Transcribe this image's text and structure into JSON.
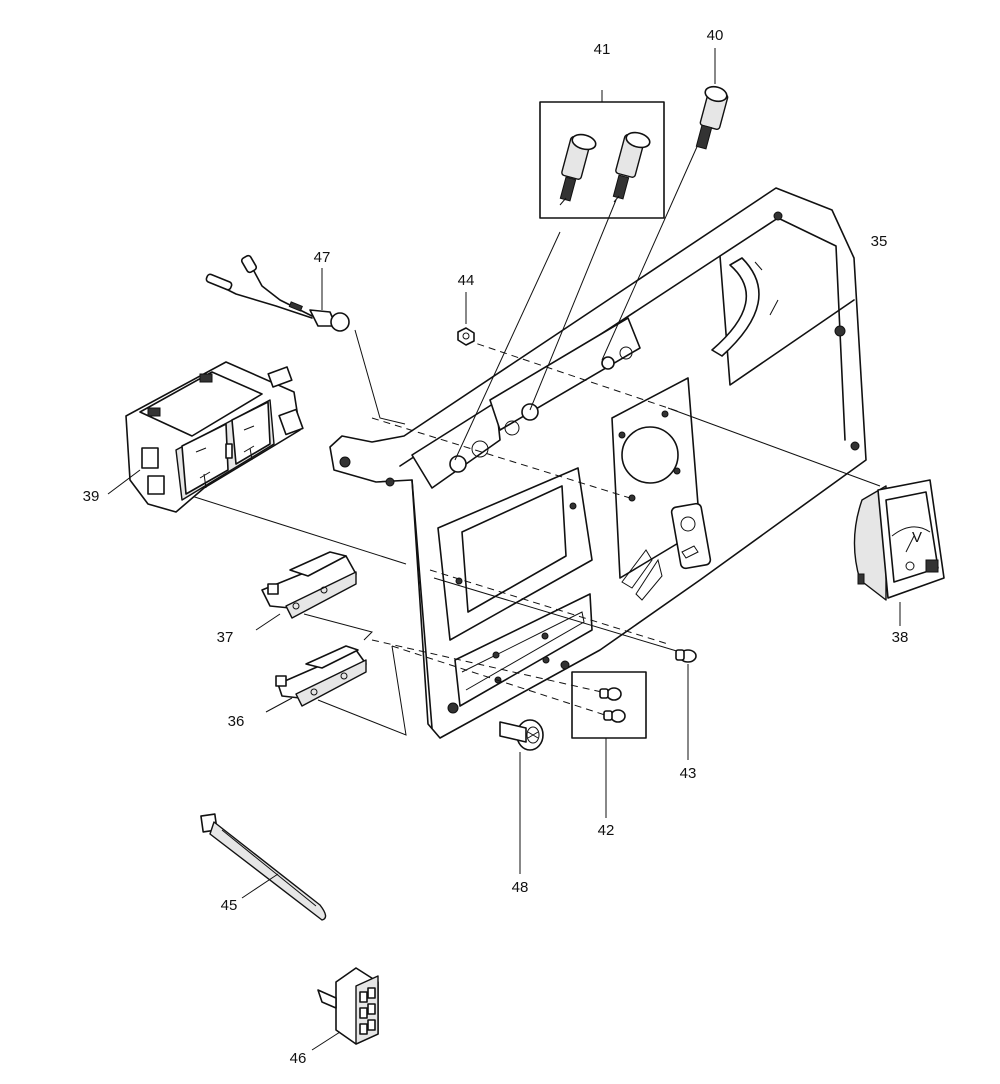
{
  "callouts": {
    "p35": "35",
    "p36": "36",
    "p37": "37",
    "p38": "38",
    "p39": "39",
    "p40": "40",
    "p41": "41",
    "p42": "42",
    "p43": "43",
    "p44": "44",
    "p45": "45",
    "p46": "46",
    "p47": "47",
    "p48": "48"
  },
  "meter_face": {
    "mark": "V"
  }
}
